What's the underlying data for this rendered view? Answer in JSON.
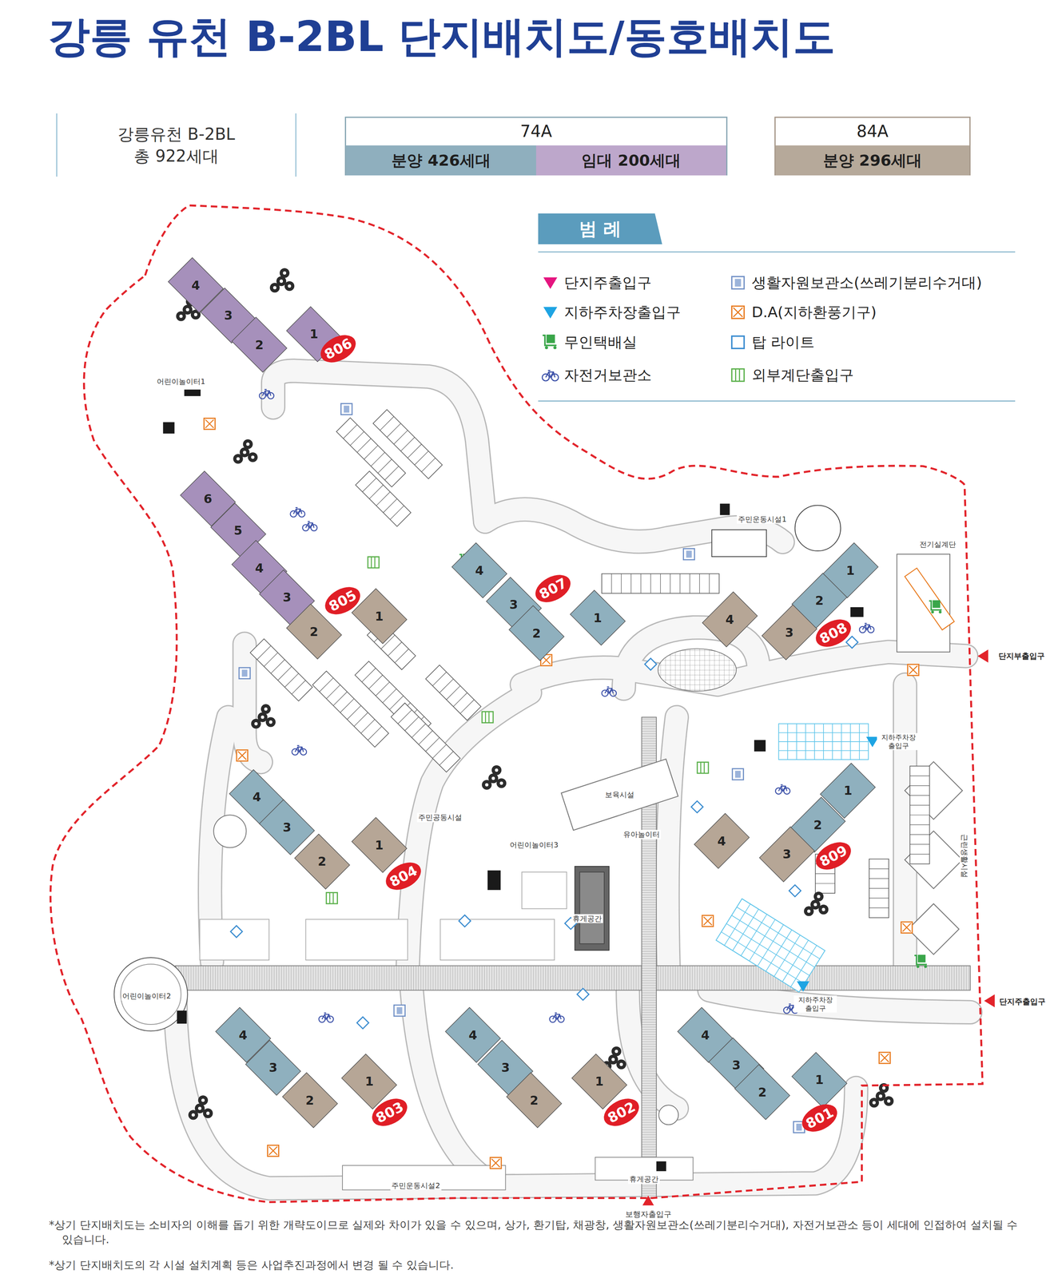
{
  "diagram": {
    "title": "강릉 유천 B-2BL 단지배치도/동호배치도",
    "nodes": [
      {
        "text": [
          "강릉유천 B-2BL 총 922세대"
        ]
      },
      {
        "text": [
          "74A"
        ]
      },
      {
        "text": [
          "분양 426세대"
        ],
        "in": 1
      },
      {
        "text": [
          "임대 200세대"
        ],
        "in": 1
      },
      {
        "text": [
          "84A"
        ]
      },
      {
        "text": [
          "분양 296세대"
        ],
        "in": 4
      },
      {
        "text": [
          "범 례"
        ]
      },
      {
        "text": [
          "806"
        ]
      },
      {
        "text": [
          "4"
        ]
      },
      {
        "text": [
          "3"
        ]
      },
      {
        "text": [
          "2"
        ]
      },
      {
        "text": [
          "1"
        ]
      },
      {
        "text": [
          "805"
        ]
      },
      {
        "text": [
          "6"
        ]
      },
      {
        "text": [
          "5"
        ]
      },
      {
        "text": [
          "4"
        ]
      },
      {
        "text": [
          "3"
        ]
      },
      {
        "text": [
          "2"
        ]
      },
      {
        "text": [
          "1"
        ]
      },
      {
        "text": [
          "807"
        ]
      },
      {
        "text": [
          "4"
        ]
      },
      {
        "text": [
          "3"
        ]
      },
      {
        "text": [
          "2"
        ]
      },
      {
        "text": [
          "1"
        ]
      },
      {
        "text": [
          "808"
        ]
      },
      {
        "text": [
          "1"
        ]
      },
      {
        "text": [
          "2"
        ]
      },
      {
        "text": [
          "3"
        ]
      },
      {
        "text": [
          "4"
        ]
      },
      {
        "text": [
          "804"
        ]
      },
      {
        "text": [
          "4"
        ]
      },
      {
        "text": [
          "3"
        ]
      },
      {
        "text": [
          "2"
        ]
      },
      {
        "text": [
          "1"
        ]
      },
      {
        "text": [
          "809"
        ]
      },
      {
        "text": [
          "1"
        ]
      },
      {
        "text": [
          "2"
        ]
      },
      {
        "text": [
          "3"
        ]
      },
      {
        "text": [
          "4"
        ]
      },
      {
        "text": [
          "803"
        ]
      },
      {
        "text": [
          "4"
        ]
      },
      {
        "text": [
          "3"
        ]
      },
      {
        "text": [
          "2"
        ]
      },
      {
        "text": [
          "1"
        ]
      },
      {
        "text": [
          "802"
        ]
      },
      {
        "text": [
          "4"
        ]
      },
      {
        "text": [
          "3"
        ]
      },
      {
        "text": [
          "2"
        ]
      },
      {
        "text": [
          "1"
        ]
      },
      {
        "text": [
          "801"
        ]
      },
      {
        "text": [
          "4"
        ]
      },
      {
        "text": [
          "3"
        ]
      },
      {
        "text": [
          "2"
        ]
      },
      {
        "text": [
          "1"
        ]
      }
    ],
    "labels": [
      "어린이놀이터1",
      "어린이놀이터2",
      "어린이놀이터3",
      "유아놀이터",
      "보육시설",
      "주민공동시설",
      "주민운동시설1",
      "주민운동시설2",
      "휴게공간",
      "휴게공간",
      "전기실계단",
      "지하주차장 출입구",
      "지하주차장 출입구",
      "근린생활시설",
      "단지부출입구",
      "단지주출입구",
      "보행자출입구",
      "*상기 단지배치도는 소비자의 이해를 돕기 위한 개략도이므로 실제와 차이가 있을 수 있으며, 상가, 환기탑, 채광창, 생활자원보관소(쓰레기분리수거대), 자전거보관소 등이 세대에 인접하여 설치될 수 있습니다.",
      "*상기 단지배치도의 각 시설 설치계획 등은 사업추진과정에서 변경 될 수 있습니다."
    ],
    "legend": [
      {
        "text": "단지주출입구"
      },
      {
        "text": "지하주차장출입구"
      },
      {
        "text": "무인택배실"
      },
      {
        "text": "자전거보관소"
      },
      {
        "text": "생활자원보관소(쓰레기분리수거대)"
      },
      {
        "text": "D.A(지하환풍기구)"
      },
      {
        "text": "탑 라이트"
      },
      {
        "text": "외부계단출입구"
      }
    ]
  }
}
